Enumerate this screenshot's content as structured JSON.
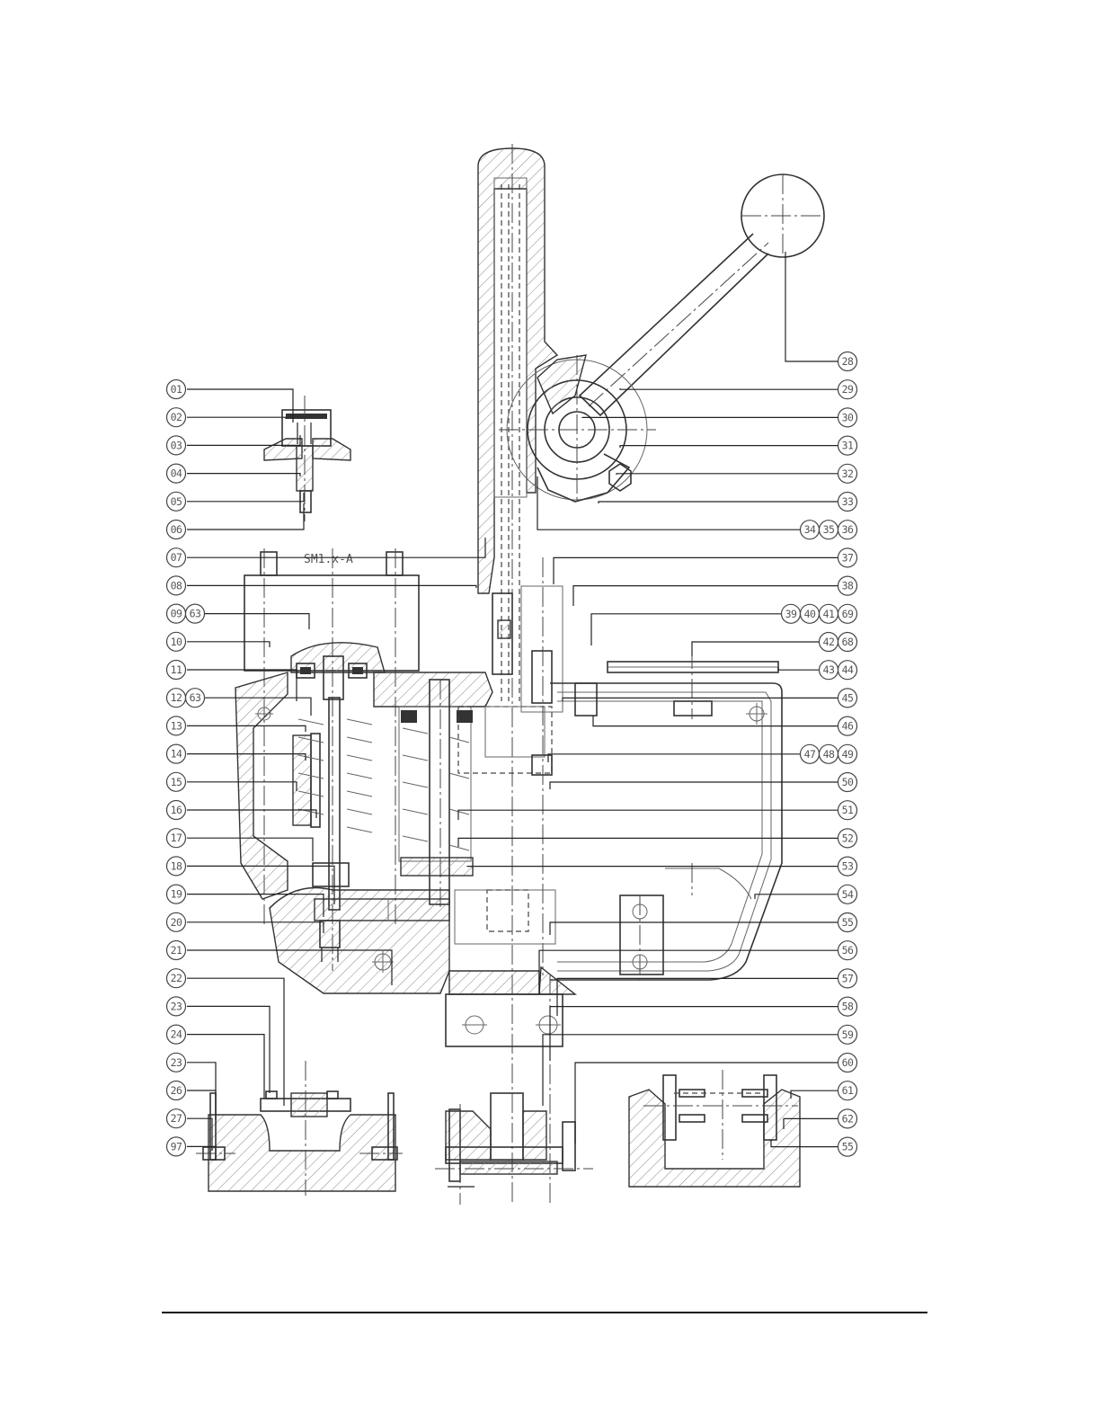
{
  "drawing": {
    "model_label": "SM1.x-A"
  },
  "callouts_left": [
    {
      "id": "01"
    },
    {
      "id": "02"
    },
    {
      "id": "03"
    },
    {
      "id": "04"
    },
    {
      "id": "05"
    },
    {
      "id": "06"
    },
    {
      "id": "07"
    },
    {
      "id": "08"
    },
    {
      "id": "09",
      "extra": "63"
    },
    {
      "id": "10"
    },
    {
      "id": "11"
    },
    {
      "id": "12",
      "extra": "63"
    },
    {
      "id": "13"
    },
    {
      "id": "14"
    },
    {
      "id": "15"
    },
    {
      "id": "16"
    },
    {
      "id": "17"
    },
    {
      "id": "18"
    },
    {
      "id": "19"
    },
    {
      "id": "20"
    },
    {
      "id": "21"
    },
    {
      "id": "22"
    },
    {
      "id": "23"
    },
    {
      "id": "24"
    },
    {
      "id": "23"
    },
    {
      "id": "26"
    },
    {
      "id": "27"
    },
    {
      "id": "97"
    }
  ],
  "callouts_right": [
    {
      "ids": [
        "28"
      ]
    },
    {
      "ids": [
        "29"
      ]
    },
    {
      "ids": [
        "30"
      ]
    },
    {
      "ids": [
        "31"
      ]
    },
    {
      "ids": [
        "32"
      ]
    },
    {
      "ids": [
        "33"
      ]
    },
    {
      "ids": [
        "34",
        "35",
        "36"
      ]
    },
    {
      "ids": [
        "37"
      ]
    },
    {
      "ids": [
        "38"
      ]
    },
    {
      "ids": [
        "39",
        "40",
        "41",
        "69"
      ]
    },
    {
      "ids": [
        "42",
        "68"
      ]
    },
    {
      "ids": [
        "43",
        "44"
      ]
    },
    {
      "ids": [
        "45"
      ]
    },
    {
      "ids": [
        "46"
      ]
    },
    {
      "ids": [
        "47",
        "48",
        "49"
      ]
    },
    {
      "ids": [
        "50"
      ]
    },
    {
      "ids": [
        "51"
      ]
    },
    {
      "ids": [
        "52"
      ]
    },
    {
      "ids": [
        "53"
      ]
    },
    {
      "ids": [
        "54"
      ]
    },
    {
      "ids": [
        "55"
      ]
    },
    {
      "ids": [
        "56"
      ]
    },
    {
      "ids": [
        "57"
      ]
    },
    {
      "ids": [
        "58"
      ]
    },
    {
      "ids": [
        "59"
      ]
    },
    {
      "ids": [
        "60"
      ]
    },
    {
      "ids": [
        "61"
      ]
    },
    {
      "ids": [
        "62"
      ]
    },
    {
      "ids": [
        "55"
      ]
    }
  ]
}
